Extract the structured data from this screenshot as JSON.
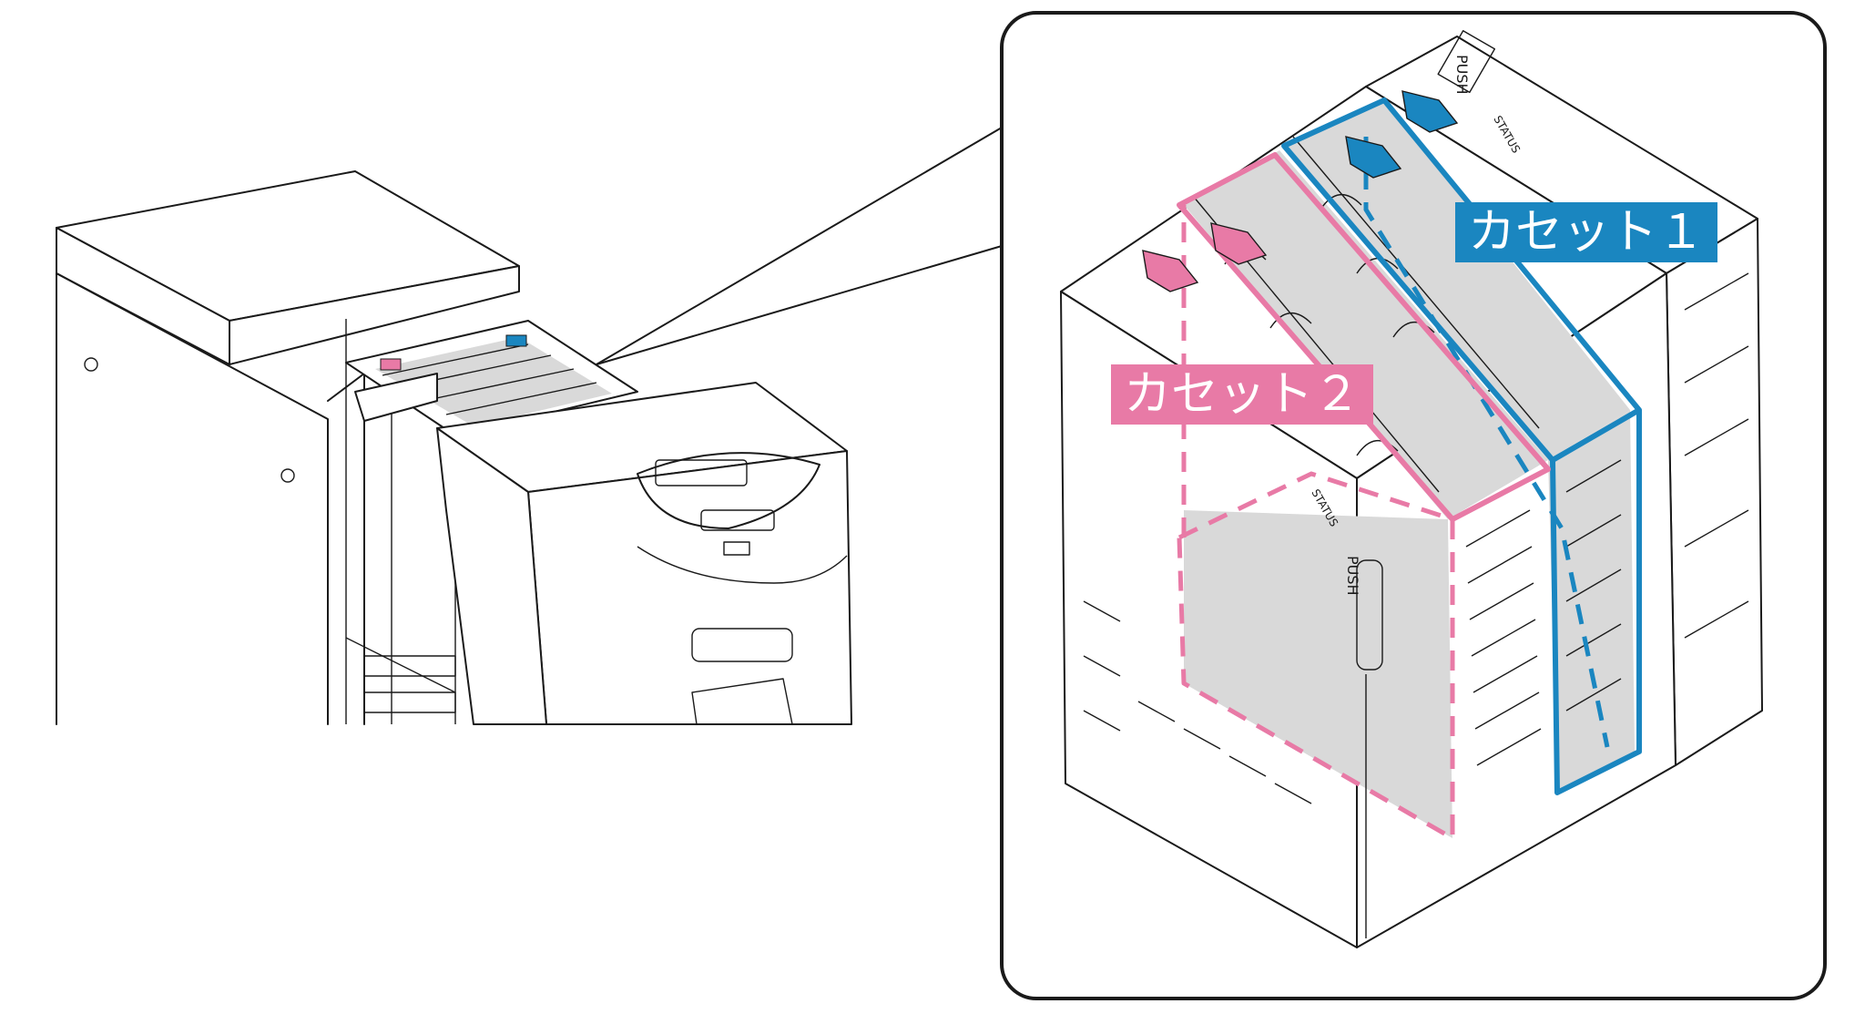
{
  "labels": {
    "cassette1": "カセット１",
    "cassette2": "カセット２",
    "push": "PUSH",
    "status": "STATUS"
  },
  "colors": {
    "cassette1": "#1a86c0",
    "cassette2": "#e87aa6",
    "line": "#1a1a1a",
    "shade": "#d9d9d9"
  }
}
